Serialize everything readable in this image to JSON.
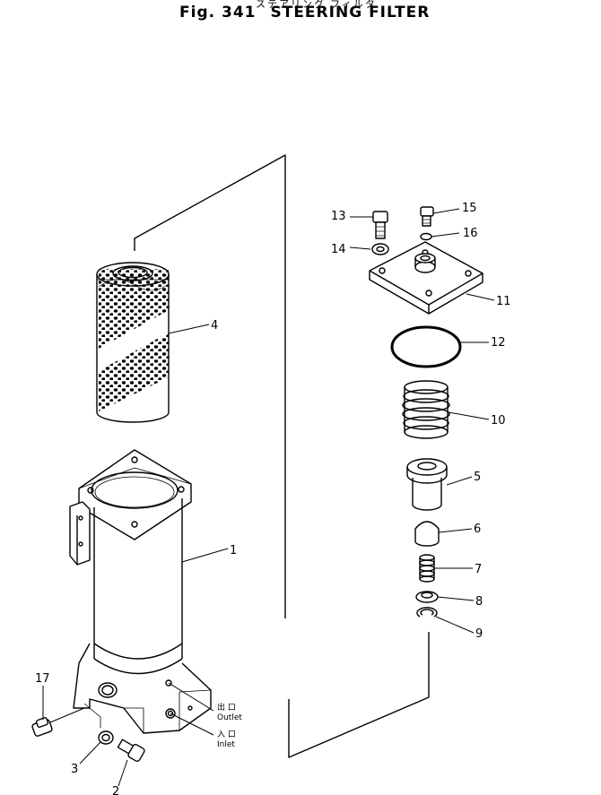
{
  "header": {
    "japanese_title": "ステアリング フィルタ",
    "fig_number": "Fig. 341",
    "title": "STEERING FILTER"
  },
  "callouts": {
    "c1": "1",
    "c2": "2",
    "c3": "3",
    "c4": "4",
    "c5": "5",
    "c6": "6",
    "c7": "7",
    "c8": "8",
    "c9": "9",
    "c10": "10",
    "c11": "11",
    "c12": "12",
    "c13": "13",
    "c14": "14",
    "c15": "15",
    "c16": "16",
    "c17": "17"
  },
  "port_labels": {
    "outlet_jp": "出 口",
    "outlet": "Outlet",
    "inlet_jp": "入 口",
    "inlet": "Inlet"
  }
}
